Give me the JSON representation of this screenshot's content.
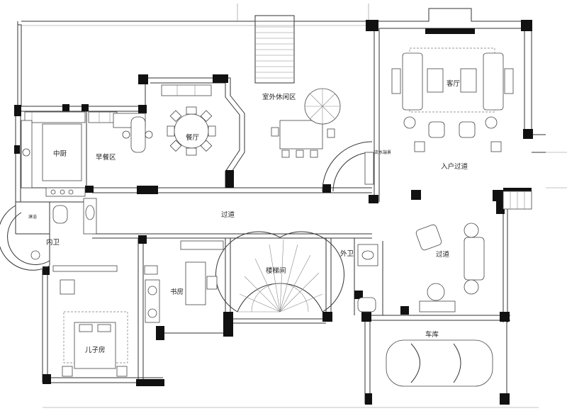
{
  "rooms": {
    "living": "客厅",
    "outdoor": "室外休闲区",
    "kitchen": "中厨",
    "breakfast": "早餐区",
    "dining": "餐厅",
    "entry_corridor": "入户过道",
    "corridor_main": "过道",
    "corridor_right": "过道",
    "inner_bath": "内卫",
    "shower": "淋浴",
    "outer_bath": "外卫",
    "study": "书房",
    "stair": "楼梯间",
    "son_room": "儿子房",
    "garage": "车库",
    "waterscape": "流水端景"
  }
}
